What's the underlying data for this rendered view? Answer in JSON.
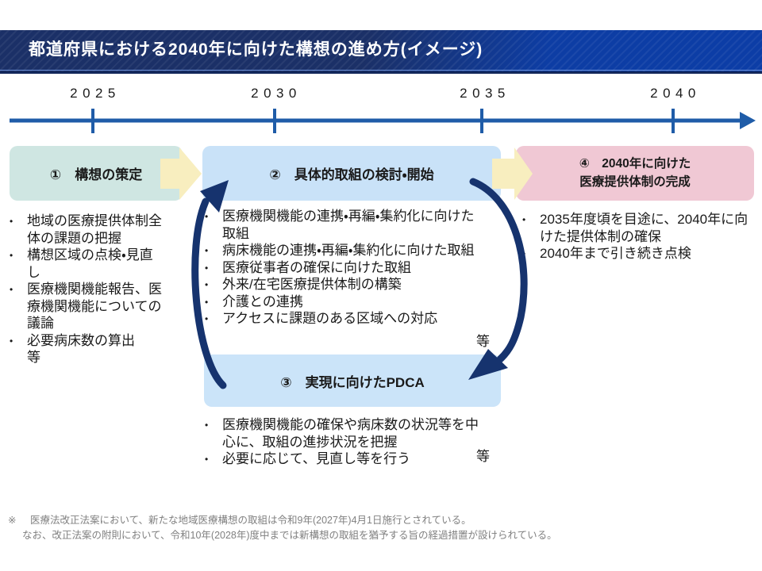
{
  "header": {
    "title": "都道府県における2040年に向けた構想の進め方(イメージ)"
  },
  "timeline": {
    "years": [
      "2025",
      "2030",
      "2035",
      "2040"
    ]
  },
  "steps": {
    "step1": {
      "label": "①　構想の策定",
      "bullets": [
        "地域の医療提供体制全体の課題の把握",
        "構想区域の点検・見直し",
        "医療機関機能報告、医療機関機能についての議論",
        "必要病床数の算出　　等"
      ]
    },
    "step2": {
      "label": "②　具体的取組の検討・開始",
      "bullets": [
        "医療機関機能の連携・再編・集約化に向けた取組",
        "病床機能の連携・再編・集約化に向けた取組",
        "医療従事者の確保に向けた取組",
        "外来/在宅医療提供体制の構築",
        "介護との連携",
        "アクセスに課題のある区域への対応"
      ],
      "etc_label": "等"
    },
    "step3": {
      "label": "③　実現に向けたPDCA",
      "bullets": [
        "医療機関機能の確保や病床数の状況等を中心に、取組の進捗状況を把握",
        "必要に応じて、見直し等を行う"
      ],
      "etc_label": "等"
    },
    "step4": {
      "label_line1": "④　2040年に向けた",
      "label_line2": "医療提供体制の完成",
      "bullets": [
        "2035年度頃を目途に、2040年に向けた提供体制の確保",
        "2040年まで引き続き点検"
      ]
    }
  },
  "footnote": {
    "marker": "※",
    "line1": "医療法改正法案において、新たな地域医療構想の取組は令和9年(2027年)4月1日施行とされている。",
    "line2": "なお、改正法案の附則において、令和10年(2028年)度中までは新構想の取組を猶予する旨の経過措置が設けられている。"
  },
  "colors": {
    "header_dark": "#1b3067",
    "header_bright": "#0c3da6",
    "timeline_blue": "#1f5ca8",
    "cycle_arrow_navy": "#16336e",
    "flow_arrow_yellow": "#f8eebf",
    "box1_green": "#cfe6e2",
    "box2_blue": "#c9e2f8",
    "box3_blue": "#cbe4f9",
    "box4_pink": "#f0c8d4",
    "footnote_gray": "#808080"
  }
}
